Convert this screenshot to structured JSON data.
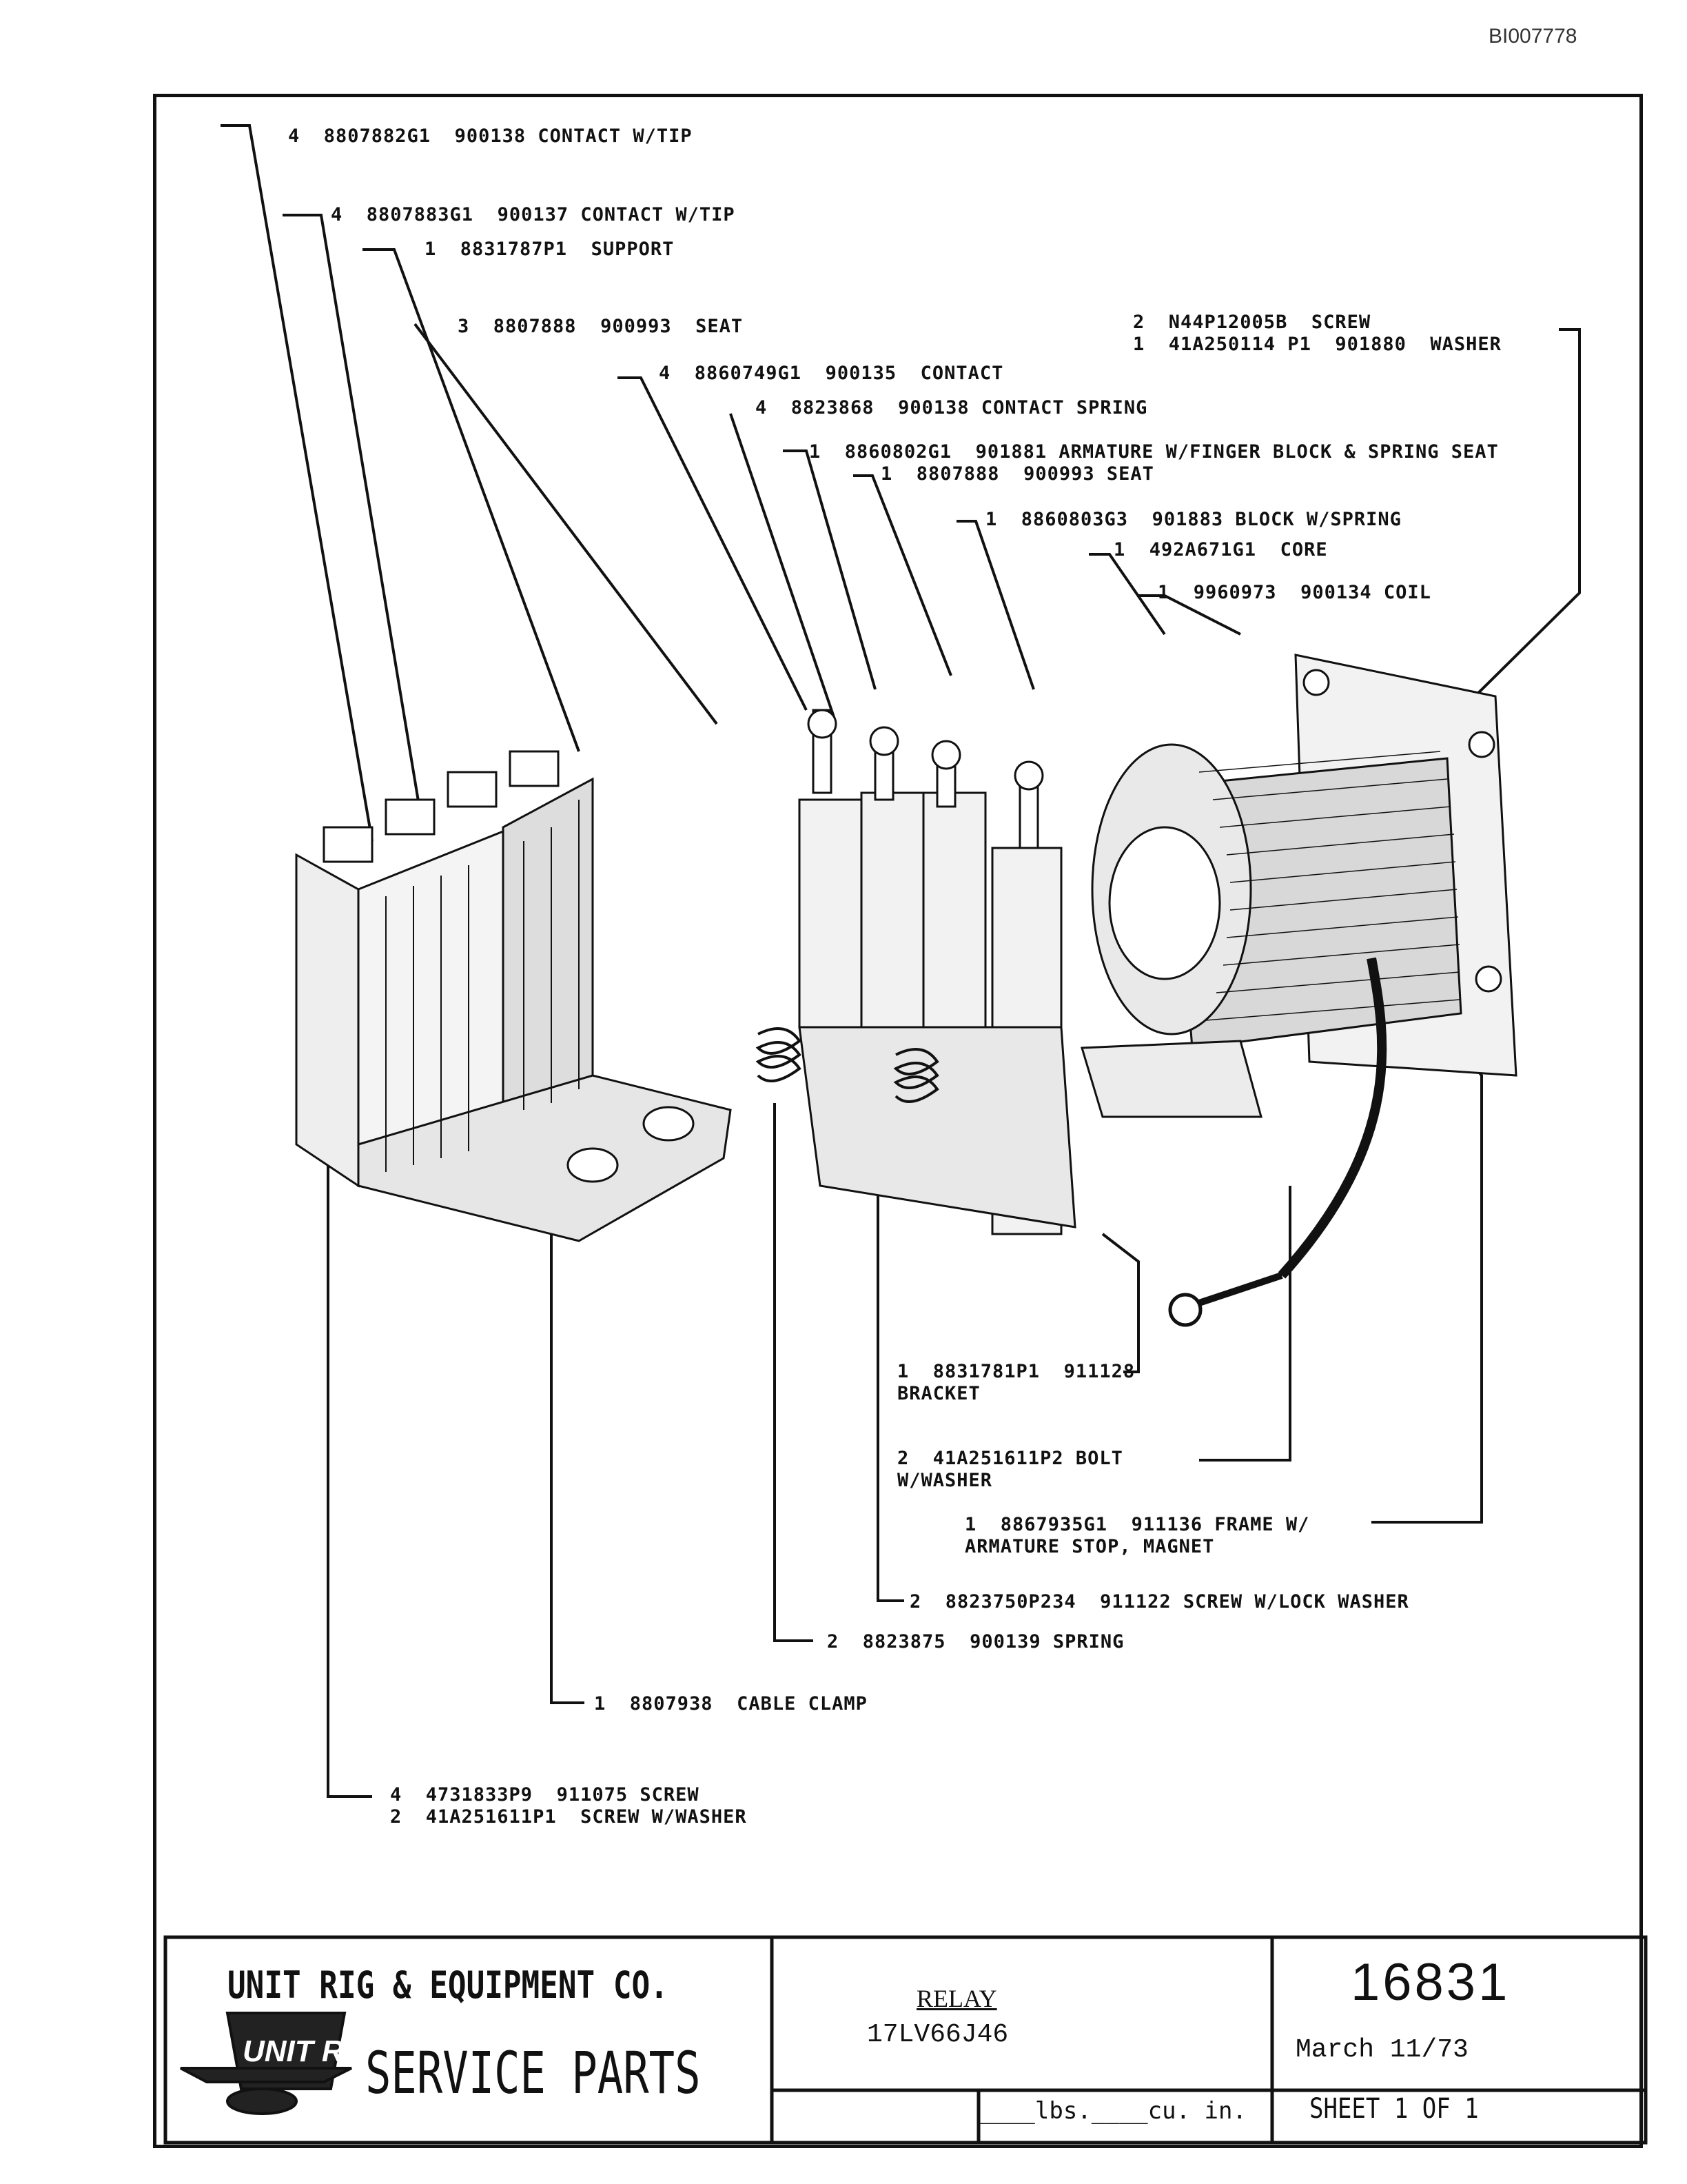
{
  "document_id": "BI007778",
  "callouts": {
    "c1": "4  8807882G1  900138 CONTACT W/TIP",
    "c2": "4  8807883G1  900137 CONTACT W/TIP",
    "c3": "1  8831787P1  SUPPORT",
    "c4": "3  8807888  900993  SEAT",
    "c5": "4  8860749G1  900135  CONTACT",
    "c6": "4  8823868  900138 CONTACT SPRING",
    "c7": "1  8860802G1  901881 ARMATURE W/FINGER BLOCK & SPRING SEAT",
    "c8": "1  8807888  900993 SEAT",
    "c9": "1  8860803G3  901883 BLOCK W/SPRING",
    "c10": "1  492A671G1  CORE",
    "c11": "1  9960973  900134 COIL",
    "c12a": "2  N44P12005B  SCREW",
    "c12b": "1  41A250114 P1  901880  WASHER",
    "c13a": "1  8831781P1  911128",
    "c13b": "BRACKET",
    "c14a": "2  41A251611P2 BOLT",
    "c14b": "W/WASHER",
    "c15a": "1  8867935G1  911136 FRAME W/",
    "c15b": "ARMATURE STOP, MAGNET",
    "c16": "2  8823750P234  911122 SCREW W/LOCK WASHER",
    "c17": "2  8823875  900139 SPRING",
    "c18": "1  8807938  CABLE CLAMP",
    "c19a": "4  4731833P9  911075 SCREW",
    "c19b": "2  41A251611P1  SCREW W/WASHER"
  },
  "title_block": {
    "company": "UNIT RIG & EQUIPMENT CO.",
    "logo_text": "UNIT RIG",
    "service": "SERVICE PARTS",
    "part_name": "RELAY",
    "model": "17LV66J46",
    "number": "16831",
    "date": "March 11/73",
    "weight_label": "____lbs.____cu. in.",
    "sheet_label": "SHEET  1   OF  1"
  }
}
